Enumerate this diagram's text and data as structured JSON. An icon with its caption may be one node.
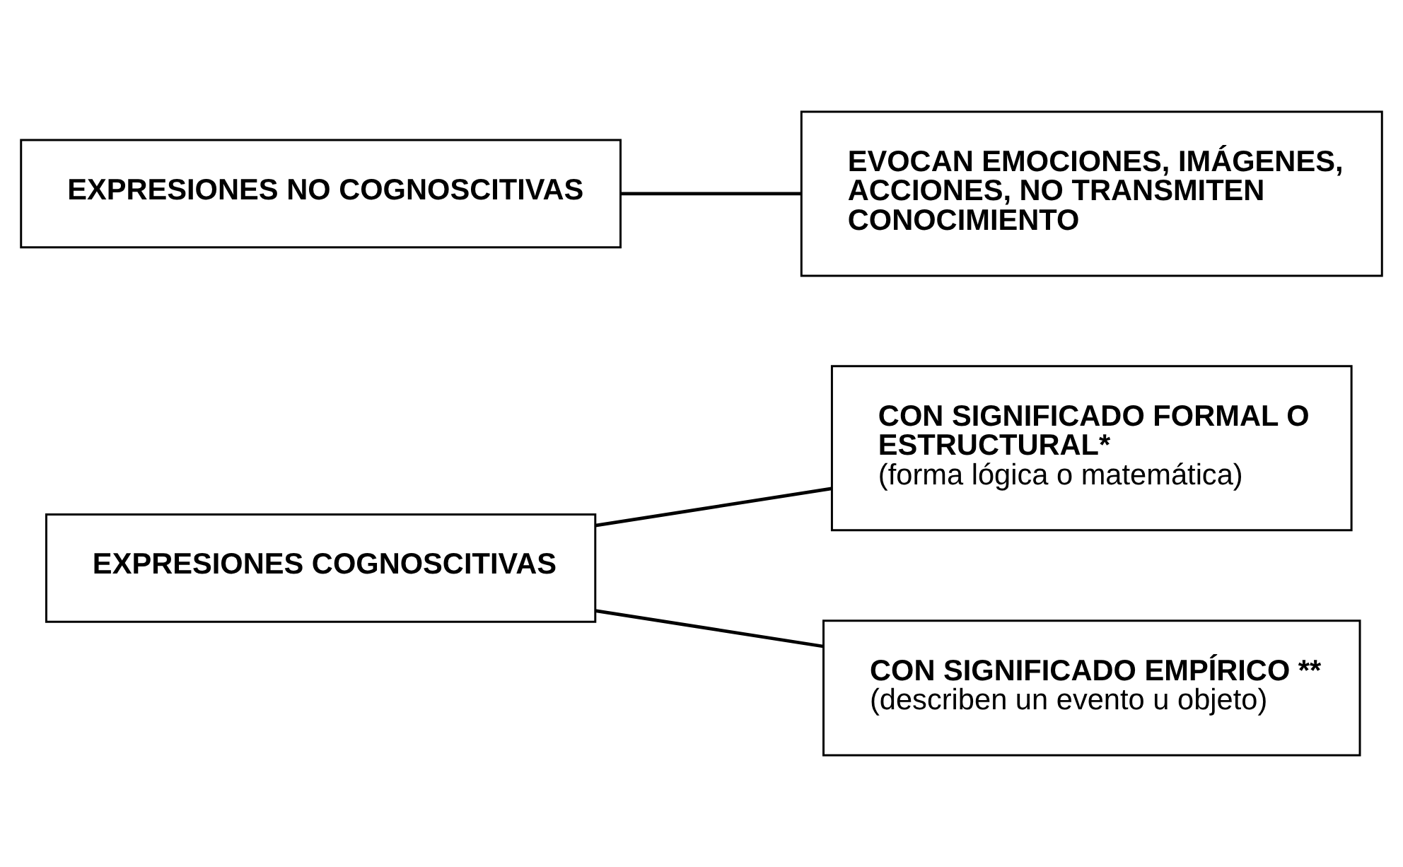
{
  "diagram": {
    "nodes": [
      {
        "text": [
          "EXPRESIONES COGNOSCITIVAS"
        ]
      },
      {
        "text": [
          "CON SIGNIFICADO FORMAL O ESTRUCTURAL*",
          "(forma lógica o matemática)"
        ]
      },
      {
        "text": [
          "CON SIGNIFICADO EMPÍRICO **",
          "(describen un evento u objeto)"
        ]
      },
      {
        "text": [
          "EXPRESIONES NO COGNOSCITIVAS"
        ]
      },
      {
        "text": [
          "EVOCAN EMOCIONES, IMÁGENES, ACCIONES, NO TRANSMITEN CONOCIMIENTO"
        ]
      }
    ],
    "edges": [
      {
        "from": 0,
        "to": 1,
        "arrow": "none"
      },
      {
        "from": 0,
        "to": 2,
        "arrow": "none"
      },
      {
        "from": 3,
        "to": 4,
        "arrow": "none"
      }
    ]
  }
}
